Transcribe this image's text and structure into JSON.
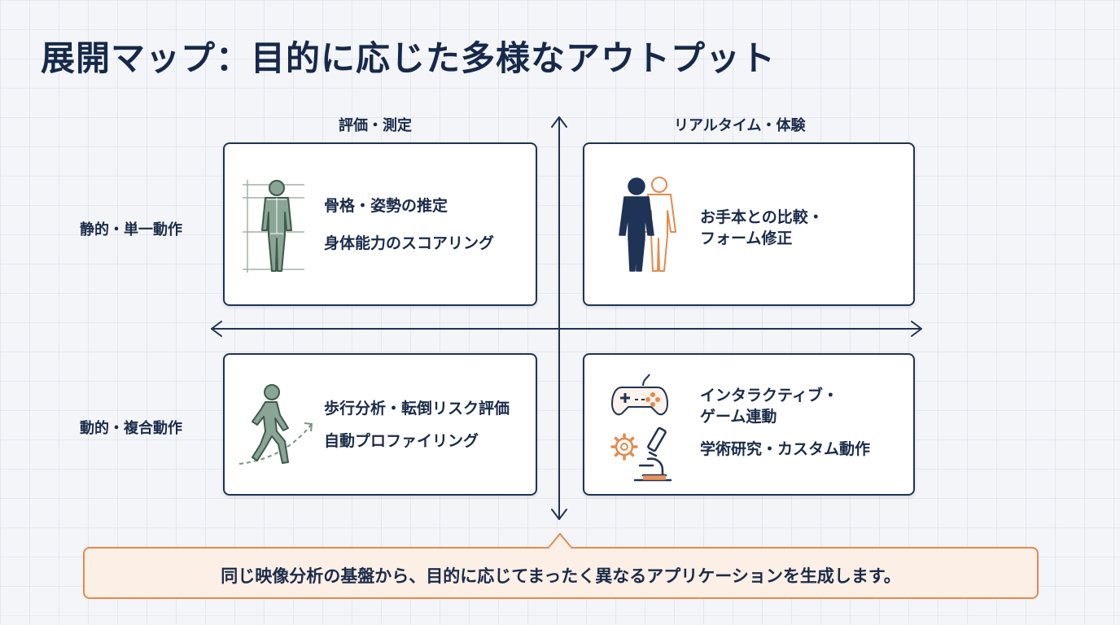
{
  "title": "展開マップ：目的に応じた多様なアウトプット",
  "columns": {
    "left": "評価・測定",
    "right": "リアルタイム・体験"
  },
  "rows": {
    "top": "静的・単一動作",
    "bottom": "動的・複合動作"
  },
  "cards": {
    "top_left": {
      "lines": [
        "骨格・姿勢の推定",
        "身体能力のスコアリング"
      ],
      "icon": "skeleton-figure-icon"
    },
    "top_right": {
      "lines": [
        "お手本との比較・",
        "フォーム修正"
      ],
      "icon": "figure-comparison-icon"
    },
    "bottom_left": {
      "lines": [
        "歩行分析・転倒リスク評価",
        "自動プロファイリング"
      ],
      "icon": "walking-figure-icon"
    },
    "bottom_right": {
      "group1": [
        "インタラクティブ・",
        "ゲーム連動"
      ],
      "group2": [
        "学術研究・カスタム動作"
      ],
      "icons": [
        "gamepad-icon",
        "gear-icon",
        "microscope-icon"
      ]
    }
  },
  "callout": "同じ映像分析の基盤から、目的に応じてまったく異なるアプリケーションを生成します。",
  "colors": {
    "navy": "#1f3356",
    "orange": "#e58a4e",
    "sage": "#7a9384",
    "callout_bg": "#fcefe6"
  }
}
